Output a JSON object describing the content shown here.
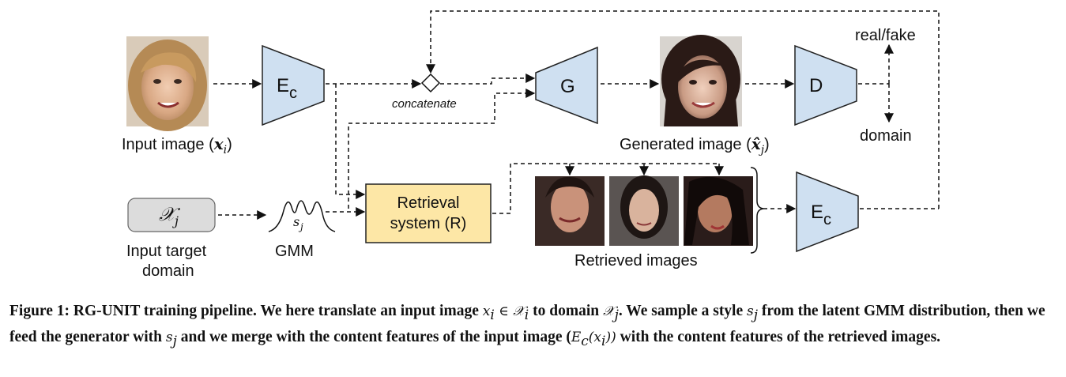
{
  "nodes": {
    "encoder_top": "E",
    "encoder_top_sub": "c",
    "generator": "G",
    "discriminator": "D",
    "encoder_bottom": "E",
    "encoder_bottom_sub": "c",
    "retrieval_line1": "Retrieval",
    "retrieval_line2": "system (R)",
    "target_domain_symbol": "𝒳",
    "target_domain_sub": "j",
    "gmm_symbol": "s",
    "gmm_sub": "j"
  },
  "labels": {
    "concatenate": "concatenate",
    "input_image": "Input image (",
    "input_image_math": "x",
    "input_image_sub": "i",
    "input_image_close": ")",
    "generated_image": "Generated image (",
    "generated_image_math": "x̂",
    "generated_image_sub": "j",
    "generated_image_close": ")",
    "real_fake": "real/fake",
    "domain": "domain",
    "input_target_line1": "Input target",
    "input_target_line2": "domain",
    "gmm": "GMM",
    "retrieved_images": "Retrieved images"
  },
  "colors": {
    "trapezoid_fill": "#cfe0f1",
    "retrieval_fill": "#fde7a6",
    "domain_box_fill": "#dcdcdc"
  },
  "caption": {
    "part1": "Figure 1: RG-UNIT training pipeline. We here translate an input image ",
    "m1": "x",
    "m1_sub": "i",
    "m2": " ∈ 𝒳",
    "m2_sub": "i",
    "part2": " to domain ",
    "m3": "𝒳",
    "m3_sub": "j",
    "part3": ". We sample a style ",
    "m4": "s",
    "m4_sub": "j",
    "part4": " from the latent GMM distribution, then we feed the generator with ",
    "m5": "s",
    "m5_sub": "j",
    "part5": " and we merge with the content features of the input image (",
    "m6": "E",
    "m6_sub": "c",
    "m6_rest": "(x",
    "m6_sub2": "i",
    "m6_close": "))",
    "part6": " with the content features of the retrieved images."
  }
}
